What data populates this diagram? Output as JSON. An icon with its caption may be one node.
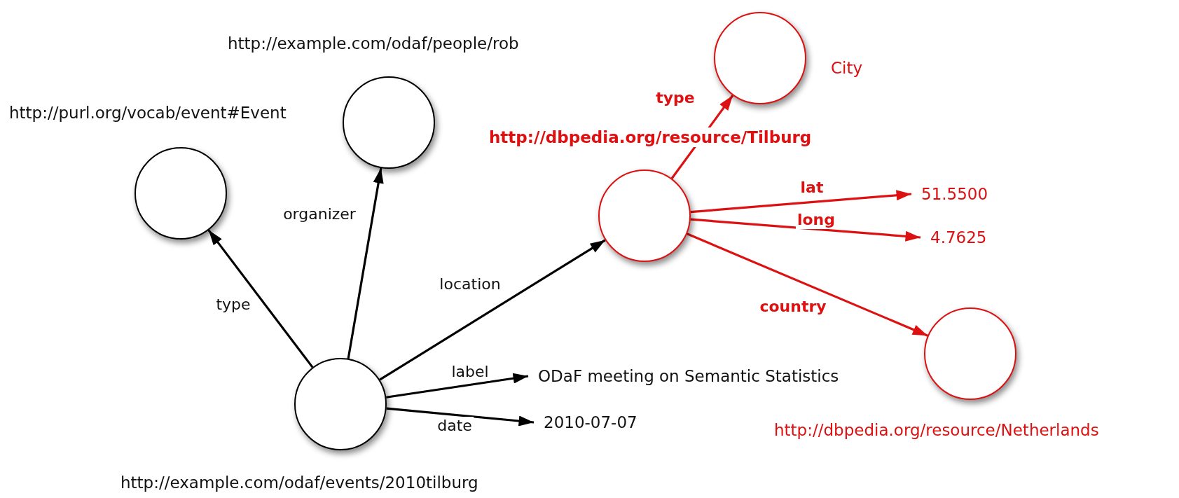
{
  "diagram": {
    "nodes": [
      {
        "text": [
          "http://purl.org/vocab/event#Event"
        ]
      },
      {
        "text": [
          "http://example.com/odaf/people/rob"
        ]
      },
      {
        "text": [
          "http://example.com/odaf/events/2010tilburg"
        ]
      },
      {
        "text": [
          "http://dbpedia.org/resource/Tilburg"
        ]
      },
      {
        "text": [
          "City"
        ]
      },
      {
        "text": [
          "51.5500"
        ]
      },
      {
        "text": [
          "4.7625"
        ]
      },
      {
        "text": [
          "ODaF meeting on Semantic Statistics"
        ]
      },
      {
        "text": [
          "2010-07-07"
        ]
      },
      {
        "text": [
          "http://dbpedia.org/resource/Netherlands"
        ]
      }
    ],
    "edges": [
      {
        "from": 2,
        "to": 0,
        "arrow": "to",
        "label": "type"
      },
      {
        "from": 2,
        "to": 1,
        "arrow": "to",
        "label": "organizer"
      },
      {
        "from": 2,
        "to": 3,
        "arrow": "to",
        "label": "location"
      },
      {
        "from": 2,
        "to": 7,
        "arrow": "to",
        "label": "label"
      },
      {
        "from": 2,
        "to": 8,
        "arrow": "to",
        "label": "date"
      },
      {
        "from": 3,
        "to": 4,
        "arrow": "to",
        "label": "type",
        "color": "#dd1111"
      },
      {
        "from": 3,
        "to": 5,
        "arrow": "to",
        "label": "lat",
        "color": "#dd1111"
      },
      {
        "from": 3,
        "to": 6,
        "arrow": "to",
        "label": "long",
        "color": "#dd1111"
      },
      {
        "from": 3,
        "to": 9,
        "arrow": "to",
        "label": "country",
        "color": "#dd1111"
      }
    ]
  }
}
